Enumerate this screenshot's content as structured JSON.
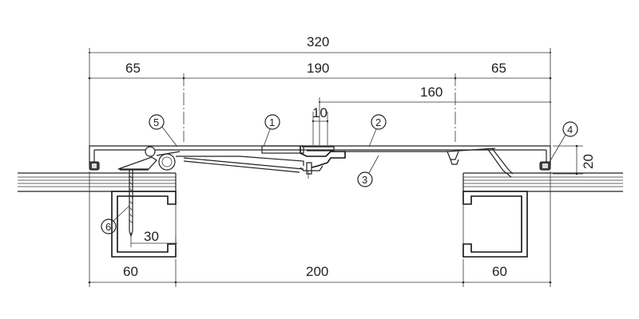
{
  "dimensions": {
    "total_width": "320",
    "left_span": "65",
    "middle_span": "190",
    "right_span": "65",
    "offset_160": "160",
    "gap_10": "10",
    "height_20": "20",
    "depth_30": "30",
    "bottom_left": "60",
    "bottom_middle": "200",
    "bottom_right": "60"
  },
  "callouts": [
    "1",
    "2",
    "3",
    "4",
    "5",
    "6"
  ]
}
